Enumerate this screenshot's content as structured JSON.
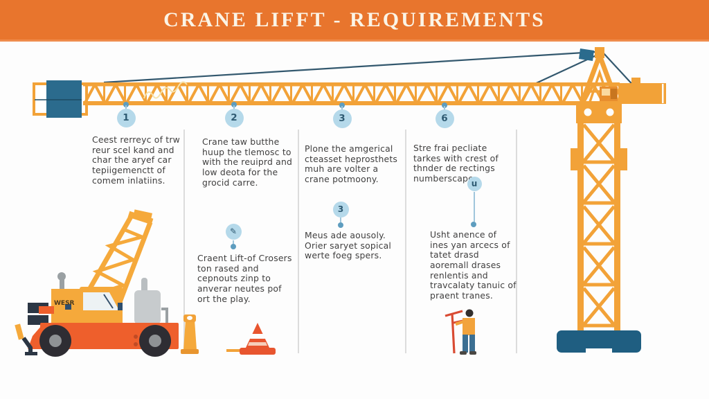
{
  "header": {
    "title": "CRANE LIFFT - REQUIREMENTS"
  },
  "steps": {
    "s1": {
      "num": "1",
      "text": "Ceest rerreyc of trw reur scel kand and char the aryef car tepiigemenctt of comem inlatiins."
    },
    "s2": {
      "num": "2",
      "text": "Crane taw butthe huup the tlemosc to with the reuiprd and low deota for the grocid carre."
    },
    "s3": {
      "num": "3",
      "text": "Plone the amgerical cteasset heprosthets muh are volter a crane potmoony."
    },
    "s4": {
      "num": "6",
      "text": "Stre frai pecliate tarkes with crest of thnder de rectings numberscape."
    },
    "s5": {
      "icon": "✎",
      "icon_name": "pencil-icon",
      "text": "Craent Lift-of Crosers ton rased and cepnouts zinp to anverar neutes pof ort the play."
    },
    "s6": {
      "num": "3",
      "text": "Meus ade aousoly. Orier saryet sopical werte foeg spers."
    },
    "s7": {
      "num": "u",
      "text": "Usht anence of ines yan arcecs of tatet drasd aoremall drases renlentis and travcalaty tanuic of praent tranes."
    }
  },
  "illustrations": {
    "mobile_crane_label": "WESR",
    "items": [
      "tower-crane",
      "jib-truss",
      "counterweight",
      "mobile-crane",
      "safety-post",
      "traffic-cone",
      "worker-figure"
    ]
  },
  "colors": {
    "header_bg": "#E8752D",
    "crane_orange": "#F2A238",
    "crane_yellow": "#F5A93B",
    "chassis_red": "#EE5F2C",
    "teal_dark": "#2B6B8D",
    "base_teal": "#1F5E81",
    "marker_blue": "#B5D9EA",
    "cable": "#33586E",
    "text": "#3F3E3E"
  }
}
